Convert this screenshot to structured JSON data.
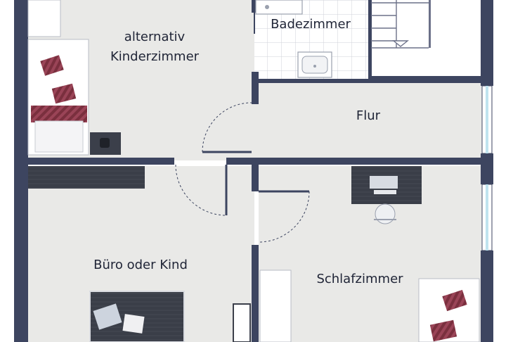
{
  "rooms": {
    "kinderzimmer": {
      "line1": "alternativ",
      "line2": "Kinderzimmer"
    },
    "badezimmer": "Badezimmer",
    "flur": "Flur",
    "buero": "Büro oder Kind",
    "schlafzimmer": "Schlafzimmer"
  },
  "colors": {
    "wall": "#3d4560",
    "floor": "#e9e9e7",
    "bath_floor": "#ffffff",
    "tile_line": "#c9ccd4",
    "furniture_dark": "#3b3f4a",
    "pillow": "#7a2f3e",
    "window": "#bfe3ef"
  },
  "icons": [
    "bed-icon",
    "desk-icon",
    "chair-icon",
    "sink-icon",
    "stairs-icon",
    "door-swing-icon"
  ]
}
